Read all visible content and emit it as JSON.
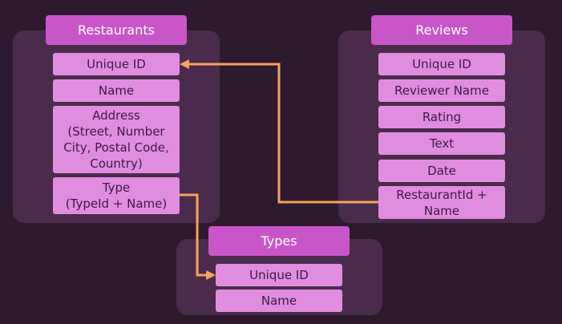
{
  "tables": {
    "restaurants": {
      "title": "Restaurants",
      "fields": [
        "Unique ID",
        "Name",
        "Address\n(Street, Number\nCity, Postal Code,\nCountry)",
        "Type\n(TypeId + Name)"
      ]
    },
    "reviews": {
      "title": "Reviews",
      "fields": [
        "Unique ID",
        "Reviewer Name",
        "Rating",
        "Text",
        "Date",
        "RestaurantId +\nName"
      ]
    },
    "types": {
      "title": "Types",
      "fields": [
        "Unique ID",
        "Name"
      ]
    }
  },
  "colors": {
    "background": "#2e1a2f",
    "panel": "#4a2b4b",
    "header": "#c956c9",
    "field": "#e08de0",
    "arrow": "#f5a35c"
  }
}
